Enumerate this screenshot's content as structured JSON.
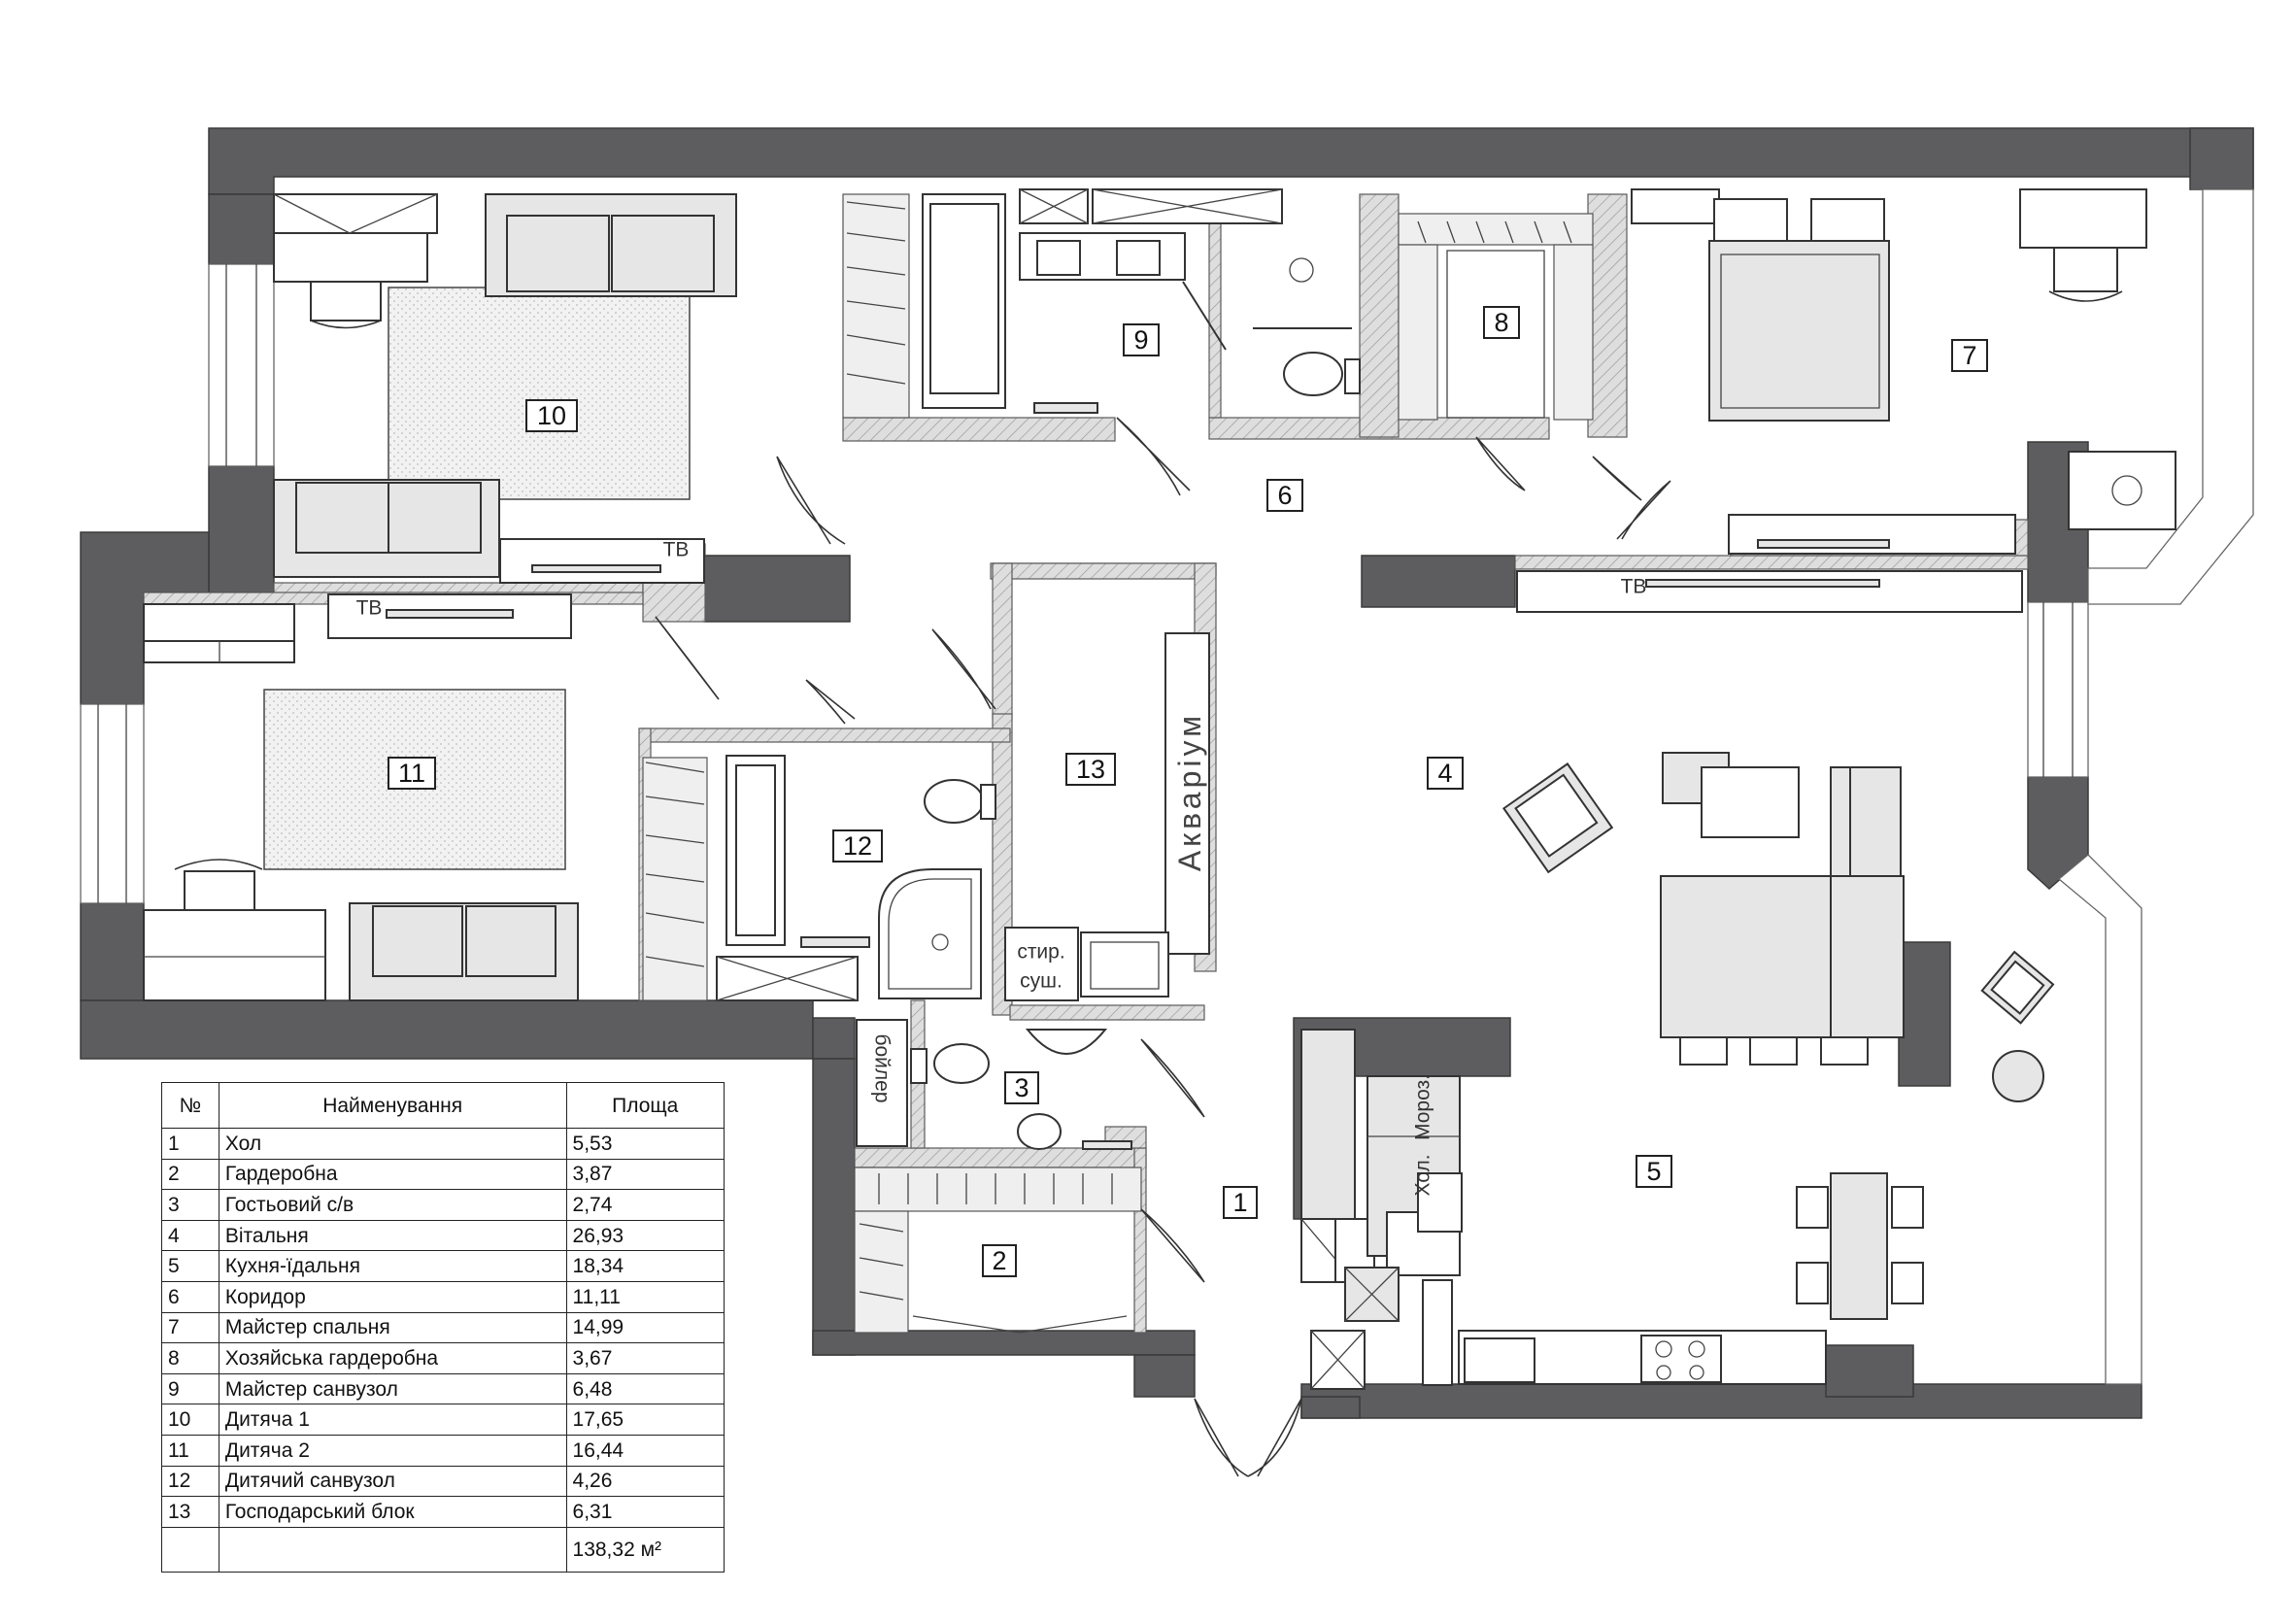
{
  "rooms": [
    {
      "id": "1"
    },
    {
      "id": "2"
    },
    {
      "id": "3"
    },
    {
      "id": "4"
    },
    {
      "id": "5"
    },
    {
      "id": "6"
    },
    {
      "id": "7"
    },
    {
      "id": "8"
    },
    {
      "id": "9"
    },
    {
      "id": "10"
    },
    {
      "id": "11"
    },
    {
      "id": "12"
    },
    {
      "id": "13"
    }
  ],
  "labels": {
    "tv": "ТВ",
    "aquarium": "Акваріум",
    "washer": "стир.",
    "dryer": "суш.",
    "boiler": "бойлер",
    "freezer": "Мороз.",
    "fridge": "Хол."
  },
  "table": {
    "headers": [
      "№",
      "Найменування",
      "Площа"
    ],
    "rows": [
      {
        "num": "1",
        "name": "Хол",
        "area": "5,53"
      },
      {
        "num": "2",
        "name": "Гардеробна",
        "area": "3,87"
      },
      {
        "num": "3",
        "name": "Гостьовий с/в",
        "area": "2,74"
      },
      {
        "num": "4",
        "name": "Вітальня",
        "area": "26,93"
      },
      {
        "num": "5",
        "name": "Кухня-їдальня",
        "area": "18,34"
      },
      {
        "num": "6",
        "name": "Коридор",
        "area": "11,11"
      },
      {
        "num": "7",
        "name": "Майстер спальня",
        "area": "14,99"
      },
      {
        "num": "8",
        "name": "Хозяйська гардеробна",
        "area": "3,67"
      },
      {
        "num": "9",
        "name": "Майстер санвузол",
        "area": "6,48"
      },
      {
        "num": "10",
        "name": "Дитяча 1",
        "area": "17,65"
      },
      {
        "num": "11",
        "name": "Дитяча 2",
        "area": "16,44"
      },
      {
        "num": "12",
        "name": "Дитячий санвузол",
        "area": "4,26"
      },
      {
        "num": "13",
        "name": "Господарський блок",
        "area": "6,31"
      }
    ],
    "total": "138,32 м²"
  }
}
